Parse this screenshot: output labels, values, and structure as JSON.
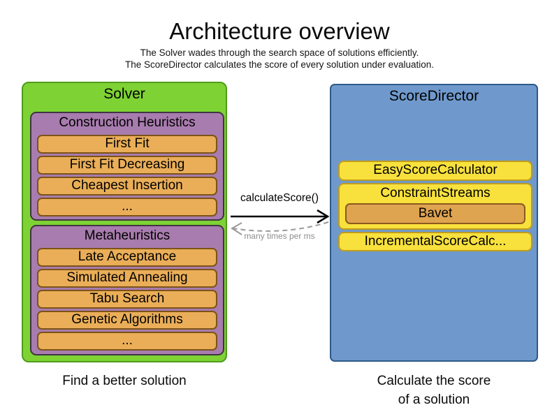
{
  "header": {
    "title": "Architecture overview",
    "subtitle_line1": "The Solver wades through the search space of solutions efficiently.",
    "subtitle_line2": "The ScoreDirector calculates the score of every solution under evaluation."
  },
  "solver": {
    "title": "Solver",
    "caption": "Find a better solution",
    "construction_heuristics": {
      "title": "Construction Heuristics",
      "items": [
        "First Fit",
        "First Fit Decreasing",
        "Cheapest Insertion",
        "..."
      ]
    },
    "metaheuristics": {
      "title": "Metaheuristics",
      "items": [
        "Late Acceptance",
        "Simulated Annealing",
        "Tabu Search",
        "Genetic Algorithms",
        "..."
      ]
    }
  },
  "score_director": {
    "title": "ScoreDirector",
    "caption_line1": "Calculate the score",
    "caption_line2": "of a solution",
    "calculators": {
      "easy": "EasyScoreCalculator",
      "constraint_streams": "ConstraintStreams",
      "bavet": "Bavet",
      "incremental": "IncrementalScoreCalc..."
    }
  },
  "interaction": {
    "call_label": "calculateScore()",
    "frequency_label": "many times per ms"
  },
  "colors": {
    "solver_fill": "#7ed234",
    "solver_border": "#4f9c1a",
    "phase_fill": "#a87cae",
    "phase_border": "#3f3443",
    "algorithm_fill": "#eaae58",
    "algorithm_border": "#7c5316",
    "director_fill": "#6f99cc",
    "director_border": "#2d5a87",
    "calculator_fill": "#f8e13c",
    "calculator_border": "#bf9c1c",
    "bavet_fill": "#dfa450",
    "bavet_border": "#8a5a1d",
    "solid_arrow": "#000000",
    "dashed_arrow": "#999999",
    "frequency_label_text": "#8d8d8d"
  }
}
